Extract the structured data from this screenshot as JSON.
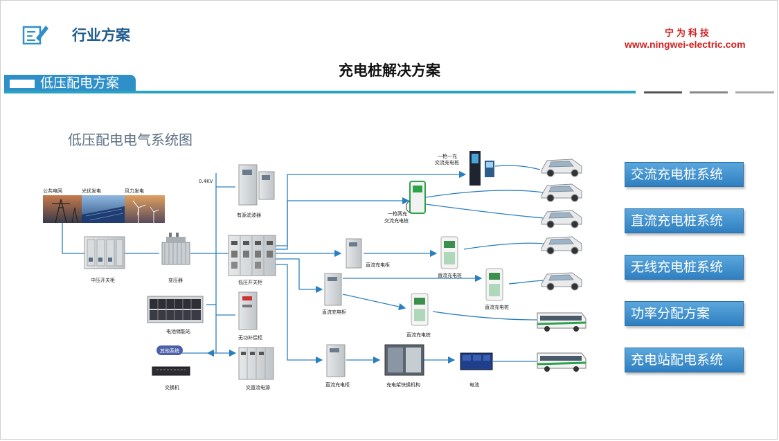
{
  "header": {
    "title": "行业方案",
    "company_name": "宁为科技",
    "company_url": "www.ningwei-electric.com",
    "main_title": "充电桩解决方案"
  },
  "section": {
    "tab_label": "低压配电方案"
  },
  "colors": {
    "brand_blue": "#2f8fc9",
    "accent_teal": "#2aa3c0",
    "company_red": "#d02020",
    "button_blue": "#3a8ccc"
  },
  "diagram": {
    "title": "低压配电电气系统图",
    "labels": {
      "public_grid": "公共电网",
      "solar": "光伏发电",
      "wind": "风力发电",
      "voltage": "0.4KV",
      "active_filter": "有源滤波器",
      "mv_switchgear": "中压开关柜",
      "transformer": "变压器",
      "lv_switchgear": "低压开关柜",
      "battery_storage": "电池储能站",
      "reactive_comp": "无功补偿柜",
      "other_system": "其他系统",
      "switch": "交换机",
      "acdc_power": "交直流电源",
      "one_gun_one_charge": "一枪一充",
      "ac_pile_1": "交流充电桩",
      "one_gun_two_charge": "一枪两充",
      "ac_pile_2": "交流充电桩",
      "dc_cabinet_1": "直流充电柜",
      "dc_pile_1": "直流充电桩",
      "dc_cabinet_2": "直流充电柜",
      "dc_pile_2": "直流充电桩",
      "dc_pile_3": "直流充电桩",
      "dc_cabinet_3": "直流充电柜",
      "swap_station": "充电架快换机构",
      "battery": "电池"
    }
  },
  "systems": [
    "交流充电桩系统",
    "直流充电桩系统",
    "无线充电桩系统",
    "功率分配方案",
    "充电站配电系统"
  ]
}
